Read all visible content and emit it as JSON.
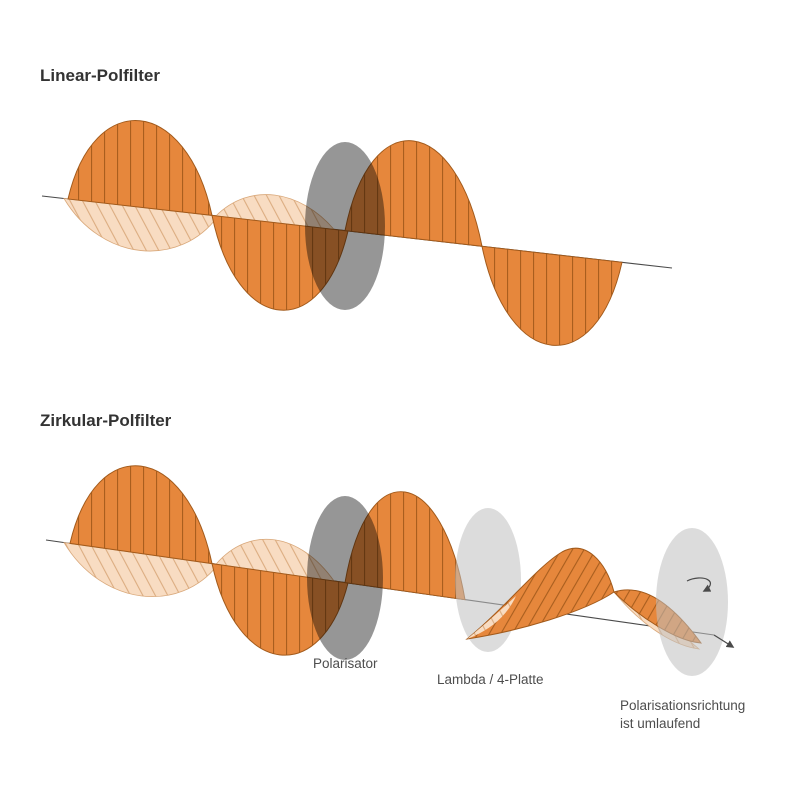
{
  "titles": {
    "linear": "Linear-Polfilter",
    "zirkular": "Zirkular-Polfilter"
  },
  "labels": {
    "polarisator": "Polarisator",
    "lambda_plate": "Lambda / 4-Platte",
    "direction_line1": "Polarisationsrichtung",
    "direction_line2": "ist umlaufend"
  },
  "colors": {
    "wave_orange": "#E6873C",
    "wave_orange_line": "#A25A1B",
    "wave_pale": "#F8DCC2",
    "wave_pale_line": "#D9A87A",
    "polarizer_gray": "#969696",
    "plate_gray": "#BFBFBF",
    "axis": "#4A4A4A",
    "text": "#4D4D4D",
    "background": "#FFFFFF"
  }
}
